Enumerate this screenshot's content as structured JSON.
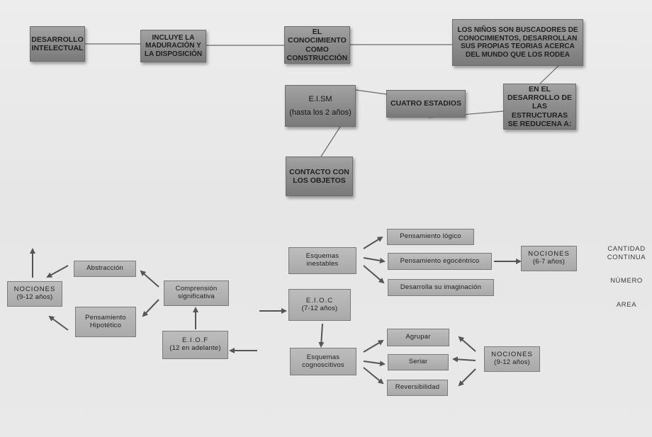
{
  "top": {
    "desarrollo": "DESARROLLO INTELECTUAL",
    "incluye": "INCLUYE LA MADURACIÒN Y LA DISPOSICIÒN",
    "conocimiento": "EL CONOCIMIENTO COMO CONSTRUCCIÒN",
    "ninos": "LOS NIÑOS SON BUSCADORES DE CONOCIMIENTOS, DESARROLLAN SUS PROPIAS TEORIAS ACERCA DEL MUNDO QUE LOS RODEA",
    "eism_line1": "E.I.SM",
    "eism_line2": "(hasta los 2 años)",
    "cuatro": "CUATRO ESTADIOS",
    "estructuras": "EN EL DESARROLLO DE LAS ESTRUCTURAS SE REDUCENA A:",
    "contacto": "CONTACTO CON LOS OBJETOS"
  },
  "bottom": {
    "nociones_left_line1": "NOCIONES",
    "nociones_left_line2": "(9-12 años)",
    "abstraccion": "Abstracción",
    "pensamiento_hipotetico": "Pensamiento Hipotético",
    "comprension": "Comprensión significativa",
    "eiof_line1": "E.I.O.F",
    "eiof_line2": "(12 en adelante)",
    "esquemas_inestables": "Esquemas inestables",
    "eioc_line1": "E.I.O.C",
    "eioc_line2": "(7-12 años)",
    "esquemas_cognoscitivos": "Esquemas cognoscitivos",
    "pensamiento_logico": "Pensamiento lógico",
    "pensamiento_egocentrico": "Pensamiento egocéntrico",
    "desarrolla": "Desarrolla su imaginación",
    "nociones_mid_line1": "NOCIONES",
    "nociones_mid_line2": "(6-7 años)",
    "agrupar": "Agrupar",
    "seriar": "Seriar",
    "reversibilidad": "Reversibilidad",
    "nociones_right_line1": "NOCIONES",
    "nociones_right_line2": "(9-12 años)"
  },
  "side": {
    "cantidad_line1": "CANTIDAD",
    "cantidad_line2": "CONTINUA",
    "numero": "NÙMERO",
    "area": "AREA"
  },
  "colors": {
    "connector": "#6a6a6a",
    "arrow": "#555555"
  }
}
